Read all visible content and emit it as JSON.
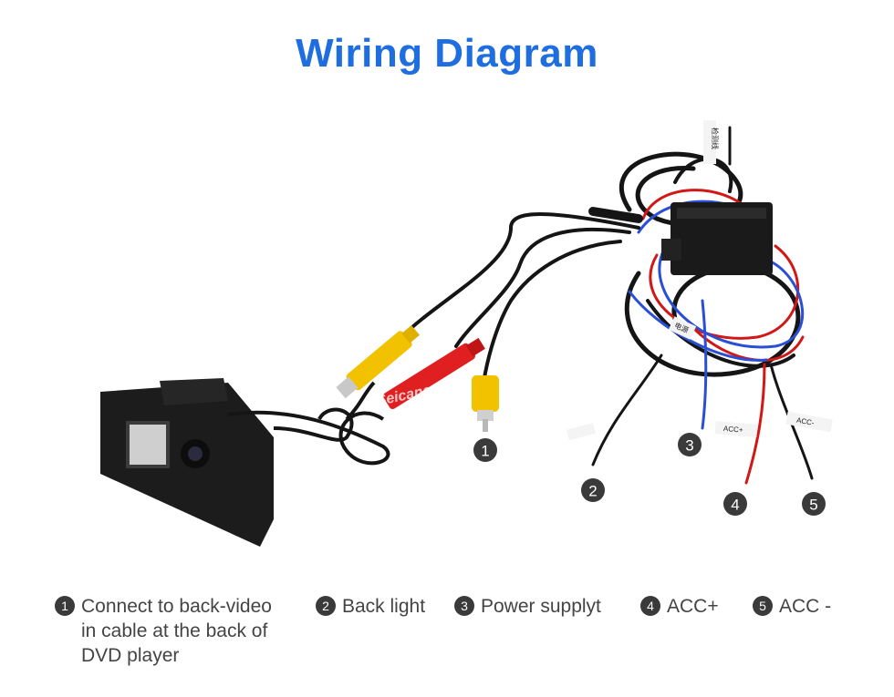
{
  "title": "Wiring Diagram",
  "watermark": "Seicane.com",
  "wire_tags": {
    "top": "检测线",
    "power": "电源",
    "acc_plus": "ACC+",
    "acc_minus": "ACC-"
  },
  "callouts": [
    "1",
    "2",
    "3",
    "4",
    "5"
  ],
  "legend": [
    {
      "num": "1",
      "text": "Connect to back-video\nin cable at the back of\nDVD player"
    },
    {
      "num": "2",
      "text": "Back light"
    },
    {
      "num": "3",
      "text": "Power supplyt"
    },
    {
      "num": "4",
      "text": "ACC+"
    },
    {
      "num": "5",
      "text": "ACC -"
    }
  ],
  "colors": {
    "title": "#1e6ee0",
    "badge": "#3a3a3a",
    "rca_yellow": "#f2c200",
    "rca_red": "#e02020",
    "wire_black": "#151515",
    "wire_red": "#d01818",
    "wire_blue": "#2a4fd6"
  }
}
